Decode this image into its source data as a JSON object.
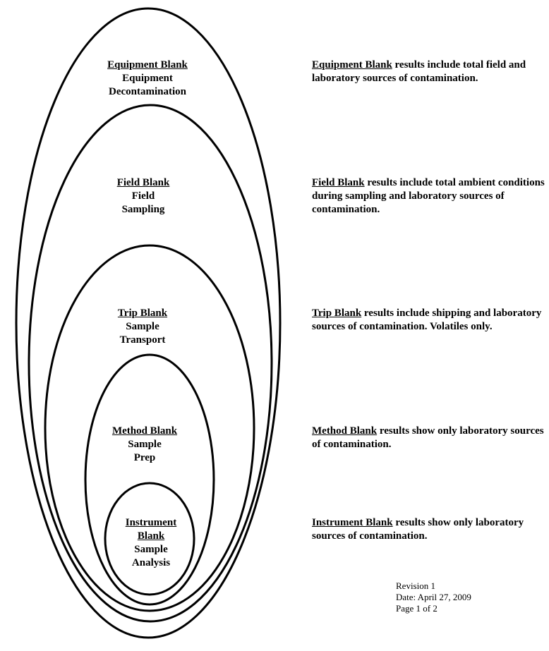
{
  "blanks": [
    {
      "title": "Equipment Blank",
      "sub1": "Equipment",
      "sub2": "Decontamination",
      "desc_rest": " results include total field and laboratory sources of contamination."
    },
    {
      "title": "Field Blank",
      "sub1": "Field",
      "sub2": "Sampling",
      "desc_rest": " results include total ambient conditions during sampling and laboratory sources of contamination."
    },
    {
      "title": "Trip Blank",
      "sub1": "Sample",
      "sub2": "Transport",
      "desc_rest": " results include shipping and laboratory sources of contamination. Volatiles only."
    },
    {
      "title": "Method Blank",
      "sub1": "Sample",
      "sub2": "Prep",
      "desc_rest": " results show only laboratory sources of contamination."
    },
    {
      "title": "Instrument Blank",
      "title_line1": "Instrument",
      "title_line2": "Blank",
      "sub1": "Sample",
      "sub2": "Analysis",
      "desc_rest": " results show only laboratory sources of contamination."
    }
  ],
  "footer": {
    "revision": "Revision 1",
    "date": "Date: April 27, 2009",
    "page": "Page 1 of 2"
  }
}
